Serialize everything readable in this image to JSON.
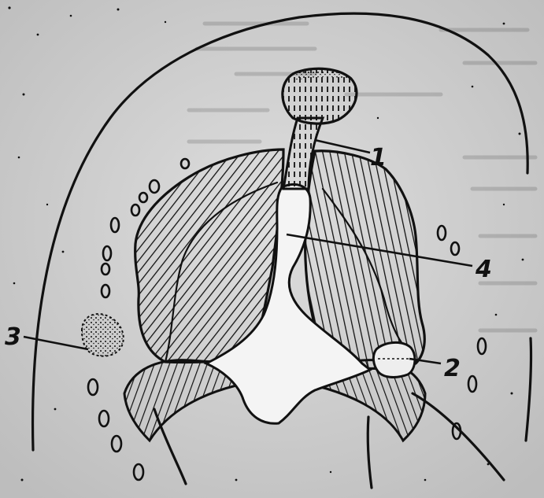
{
  "figure": {
    "callouts": [
      {
        "id": "1",
        "text": "1"
      },
      {
        "id": "2",
        "text": "2"
      },
      {
        "id": "3",
        "text": "3"
      },
      {
        "id": "4",
        "text": "4"
      }
    ]
  },
  "colors": {
    "paper": "#c9c9c9",
    "paper_light": "#dcdcdc",
    "ink": "#111111",
    "mediastinum": "#f4f4f4"
  }
}
